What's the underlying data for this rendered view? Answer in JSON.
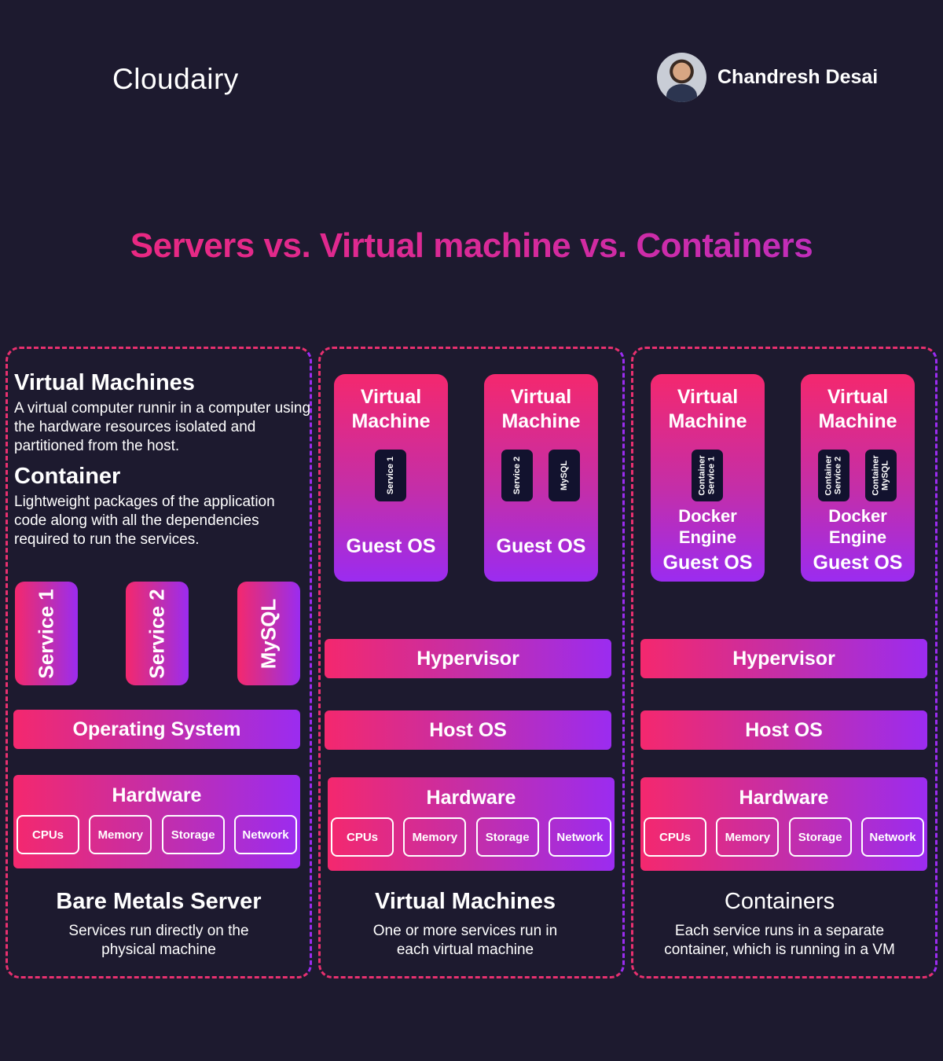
{
  "header": {
    "brand": "Cloudairy",
    "author": "Chandresh Desai"
  },
  "title": "Servers vs. Virtual machine vs. Containers",
  "definitions": {
    "vm_heading": "Virtual Machines",
    "vm_text": "A virtual computer runnir in a computer using the hardware resources isolated and partitioned from the host.",
    "container_heading": "Container",
    "container_text": "Lightweight packages of the application code along with all the dependencies required to run the services."
  },
  "bare_metal": {
    "services": [
      "Service 1",
      "Service 2",
      "MySQL"
    ],
    "os": "Operating System",
    "hardware": "Hardware",
    "chips": [
      "CPUs",
      "Memory",
      "Storage",
      "Network"
    ],
    "caption_title": "Bare Metals Server",
    "caption_desc": "Services run directly on the physical machine"
  },
  "virtual_machines": {
    "vm_title": "Virtual Machine",
    "vm1_service": "Service 1",
    "vm2_services": [
      "Service 2",
      "MySQL"
    ],
    "guest_os": "Guest OS",
    "hypervisor": "Hypervisor",
    "host_os": "Host OS",
    "hardware": "Hardware",
    "chips": [
      "CPUs",
      "Memory",
      "Storage",
      "Network"
    ],
    "caption_title": "Virtual Machines",
    "caption_desc": "One or more services run in each virtual machine"
  },
  "containers": {
    "vm_title": "Virtual Machine",
    "vm1_container": "Container Service 1",
    "vm2_containers": [
      "Container Service 2",
      "Container MySQL"
    ],
    "engine": "Docker Engine",
    "guest_os": "Guest OS",
    "hypervisor": "Hypervisor",
    "host_os": "Host OS",
    "hardware": "Hardware",
    "chips": [
      "CPUs",
      "Memory",
      "Storage",
      "Network"
    ],
    "caption_title": "Containers",
    "caption_desc": "Each service runs in a separate container, which is running in a VM"
  }
}
